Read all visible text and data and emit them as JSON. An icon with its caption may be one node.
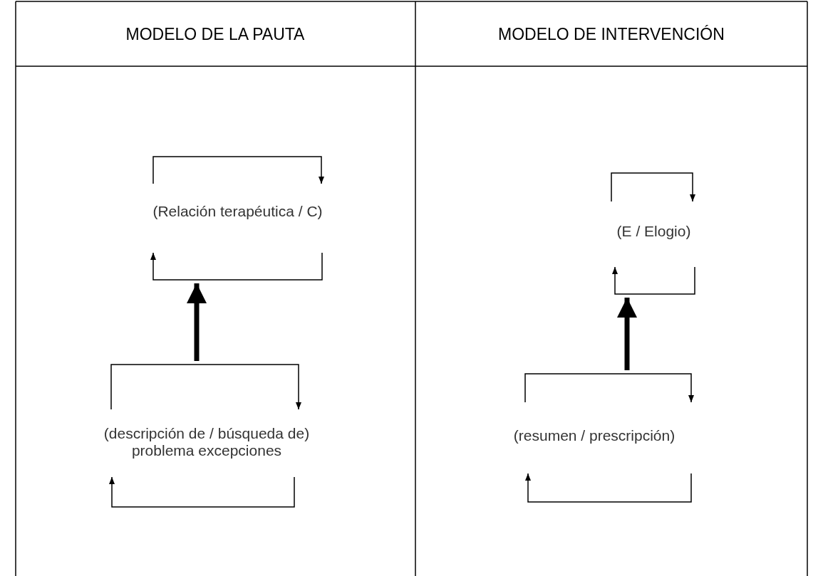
{
  "diagram": {
    "nodes": [
      {
        "text": [
          "(Relación terapéutica / C)"
        ]
      },
      {
        "text": [
          "(descripción de / búsqueda de) problema excepciones"
        ]
      },
      {
        "text": [
          "(E / Elogio)"
        ]
      },
      {
        "text": [
          "(resumen / prescripción)"
        ]
      }
    ],
    "edges": [
      {
        "from": 1,
        "to": 0,
        "arrow": "to"
      },
      {
        "from": 3,
        "to": 2,
        "arrow": "to"
      }
    ],
    "labels": [
      "MODELO DE LA PAUTA",
      "MODELO DE INTERVENCIÓN"
    ]
  }
}
